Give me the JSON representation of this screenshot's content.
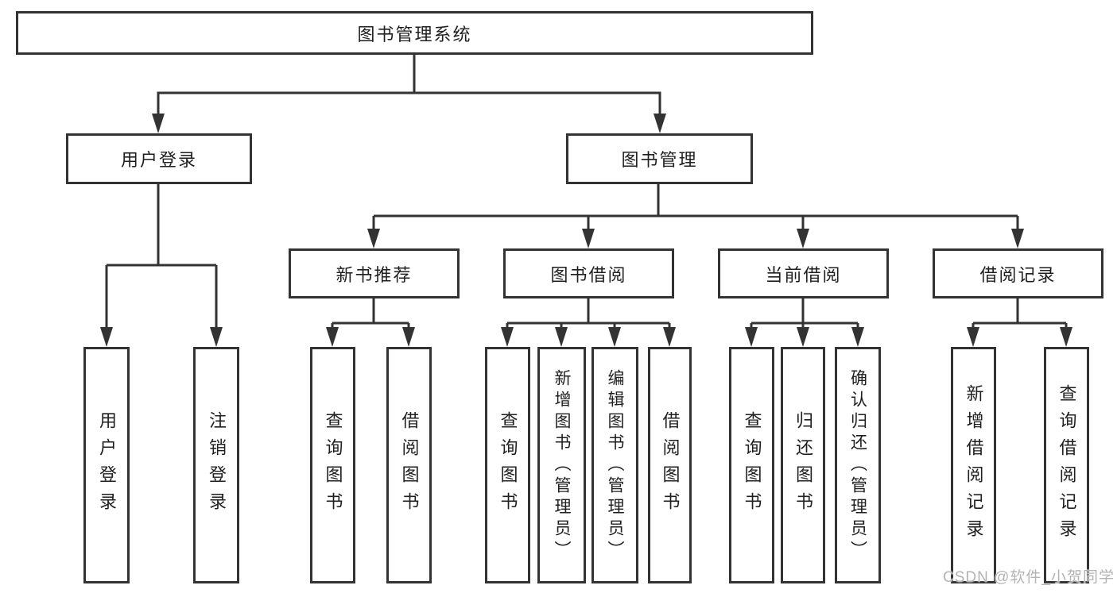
{
  "diagram": {
    "root": {
      "label": "图书管理系统"
    },
    "branches": {
      "user_login": {
        "label": "用户登录",
        "children": {
          "login": {
            "label": "用户登录"
          },
          "logout": {
            "label": "注销登录"
          }
        }
      },
      "book_management": {
        "label": "图书管理",
        "children": {
          "new_book_recommend": {
            "label": "新书推荐",
            "children": {
              "query_books": {
                "label": "查询图书"
              },
              "borrow_books": {
                "label": "借阅图书"
              }
            }
          },
          "book_borrow": {
            "label": "图书借阅",
            "children": {
              "query_books": {
                "label": "查询图书"
              },
              "add_books": {
                "label": "新增图书（管理员）"
              },
              "edit_books": {
                "label": "编辑图书（管理员）"
              },
              "borrow_books": {
                "label": "借阅图书"
              }
            }
          },
          "current_borrow": {
            "label": "当前借阅",
            "children": {
              "query_books": {
                "label": "查询图书"
              },
              "return_books": {
                "label": "归还图书"
              },
              "confirm_return": {
                "label": "确认归还（管理员）"
              }
            }
          },
          "borrow_records": {
            "label": "借阅记录",
            "children": {
              "add_record": {
                "label": "新增借阅记录"
              },
              "query_record": {
                "label": "查询借阅记录"
              }
            }
          }
        }
      }
    }
  },
  "watermark": {
    "text": "CSDN @软件_小贺同学"
  },
  "colors": {
    "line": "#333333",
    "box_border": "#333333",
    "text": "#1f1f1f",
    "background": "#ffffff",
    "watermark": "#b3b3b3"
  }
}
